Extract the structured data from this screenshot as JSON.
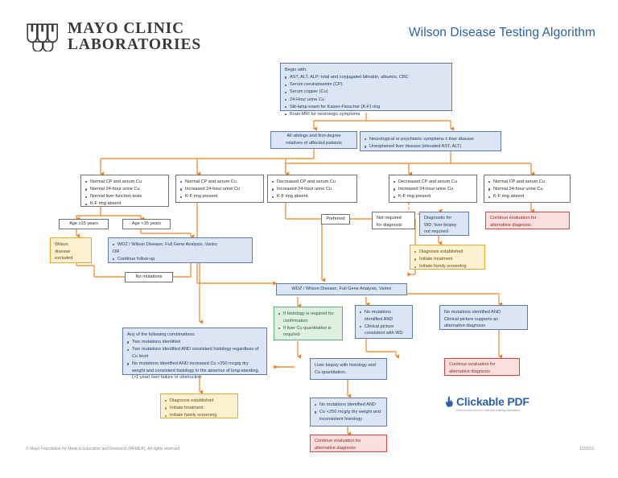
{
  "header": {
    "logo_line1": "MAYO CLINIC",
    "logo_line2": "LABORATORIES",
    "logo_icon": "mayo-shields-icon",
    "title": "Wilson Disease Testing Algorithm"
  },
  "footer": {
    "copyright": "© Mayo Foundation for Medical Education and Research (MFMER). All rights reserved.",
    "date": "12/2019"
  },
  "badge": {
    "icon": "hand-click-icon",
    "title": "Clickable PDF",
    "subtitle": "Click on blue boxes to view test ordering information"
  },
  "colors": {
    "accent_blue": "#2d5fa6",
    "node_blue_fill": "#dbe5f4",
    "node_blue_border": "#5f7bb3",
    "node_yellow_fill": "#fdf1cf",
    "node_yellow_border": "#e8a92e",
    "node_red_fill": "#fadedd",
    "node_red_border": "#d9453f",
    "node_green_fill": "#dff0e2",
    "node_green_border": "#5fae78",
    "connector": "#f08020"
  },
  "nodes": {
    "begin": {
      "lead": "Begin with:",
      "items": [
        "AST, ALT, ALP; total and conjugated bilirubin, albumin, CBC",
        "Serum ceruloplasmin (CP)",
        "Serum copper (Cu)",
        "24-Hour urine Cu",
        "Slit-lamp exam for Kaiser-Fleischer (K-F) ring",
        "Brain MRI for neurologic symptoms"
      ]
    },
    "siblings": {
      "lines": [
        "All siblings and first-degree",
        "relatives of affected patients"
      ]
    },
    "neuro": {
      "items": [
        "Neurological or psychiatric symptoms ± liver disease",
        "Unexplained liver disease (elevated AST, ALT)"
      ]
    },
    "branch1": {
      "items": [
        "Normal CP and serum Cu",
        "Normal 24-hour urine Cu",
        "Normal liver function tests",
        "K-F ring absent"
      ]
    },
    "branch2": {
      "items": [
        "Normal CP and serum Cu",
        "Increased 24-hour urine Cu",
        "K-F ring present"
      ]
    },
    "branch3": {
      "items": [
        "Decreased CP and serum Cu",
        "Increased 24-hour urine Cu",
        "K-F ring absent"
      ]
    },
    "branch4": {
      "items": [
        "Decreased CP and serum Cu",
        "Increased 24-hour urine Cu",
        "K-F ring present"
      ]
    },
    "branch5": {
      "items": [
        "Normal CP and serum Cu",
        "Normal 24-hour urine Cu",
        "K-F ring absent"
      ]
    },
    "age_ge15": {
      "label": "Age ≥15 years"
    },
    "age_lt15": {
      "label": "Age <15 years"
    },
    "excluded": {
      "lines": [
        "Wilson",
        "disease",
        "excluded"
      ]
    },
    "wdz_left": {
      "item1": "WDZ / Wilson Disease, Full Gene Analysis, Varies",
      "or": "OR",
      "item2": "Continue follow-up"
    },
    "no_mutations_label": {
      "label": "No mutations"
    },
    "preferred_label": {
      "label": "Preferred"
    },
    "not_required": {
      "lines": [
        "Not required",
        "for diagnosis"
      ]
    },
    "diagnostic_wd": {
      "lines": [
        "Diagnostic for",
        "WD; liver biopsy",
        "not required"
      ]
    },
    "continue_top_right": {
      "lines": [
        "Continue evaluation for",
        "alternative diagnosis"
      ]
    },
    "diagnosis_right": {
      "items": [
        "Diagnosis established",
        "Initiate treatment",
        "Initiate family screening"
      ]
    },
    "wdz_center": {
      "label": "WDZ / Wilson Disease, Full Gene Analysis, Varies"
    },
    "histology_green": {
      "items": [
        "If histology is required for confirmation",
        "If liver Cu quantitation is required"
      ]
    },
    "no_mut_clinical": {
      "items": [
        "No mutations identified AND",
        "Clinical picture consistent with WD"
      ]
    },
    "no_mut_alternative": {
      "lines": [
        "No mutations identified AND",
        "Clinical picture supports an",
        "alternative diagnosis"
      ]
    },
    "combinations": {
      "lead": "Any of the following combinations:",
      "items": [
        "Two mutations identified",
        "Two mutations identified AND consistent histology regardless of Cu level",
        "No mutations identified AND increased Cu >250 mcg/g dry weight and consistent histology in the absence of long-standing (>1 year) liver failure or obstruction"
      ]
    },
    "diagnosis_left": {
      "items": [
        "Diagnosis established",
        "Initiate treatment",
        "Initiate family screening"
      ]
    },
    "liver_biopsy": {
      "lines": [
        "Liver biopsy with histology and",
        "Cu quantitation."
      ]
    },
    "no_mut_inconsistent": {
      "items": [
        "No mutations identified AND",
        "Cu <250 mcg/g dry weight and inconsistent histology"
      ]
    },
    "continue_bottom_center": {
      "lines": [
        "Continue evaluation for",
        "alternative diagnosis"
      ]
    },
    "continue_bottom_right": {
      "lines": [
        "Continue evaluation for",
        "alternative diagnosis"
      ]
    }
  }
}
